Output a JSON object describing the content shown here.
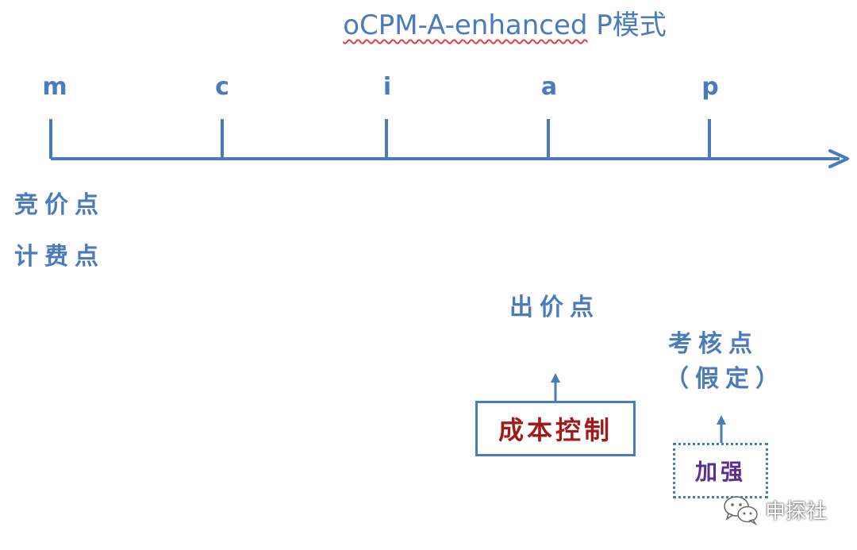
{
  "diagram": {
    "title_underlined": "oCPM-A-enhanced",
    "title_rest": " P模式",
    "axis_labels": [
      "m",
      "c",
      "i",
      "a",
      "p"
    ],
    "left_labels": {
      "line1": "竞价点",
      "line2": "计费点"
    },
    "bid_point": "出价点",
    "assessment_point": "考核点",
    "assessment_note": "（假定）",
    "cost_control_box": "成本控制",
    "enhance_box": "加强",
    "colors": {
      "primary": "#4a7bbd",
      "cost_control_text": "#a11b1b",
      "enhance_text": "#5b2e8f"
    }
  },
  "watermark": {
    "text": "申探社",
    "icon": "wechat-icon"
  }
}
